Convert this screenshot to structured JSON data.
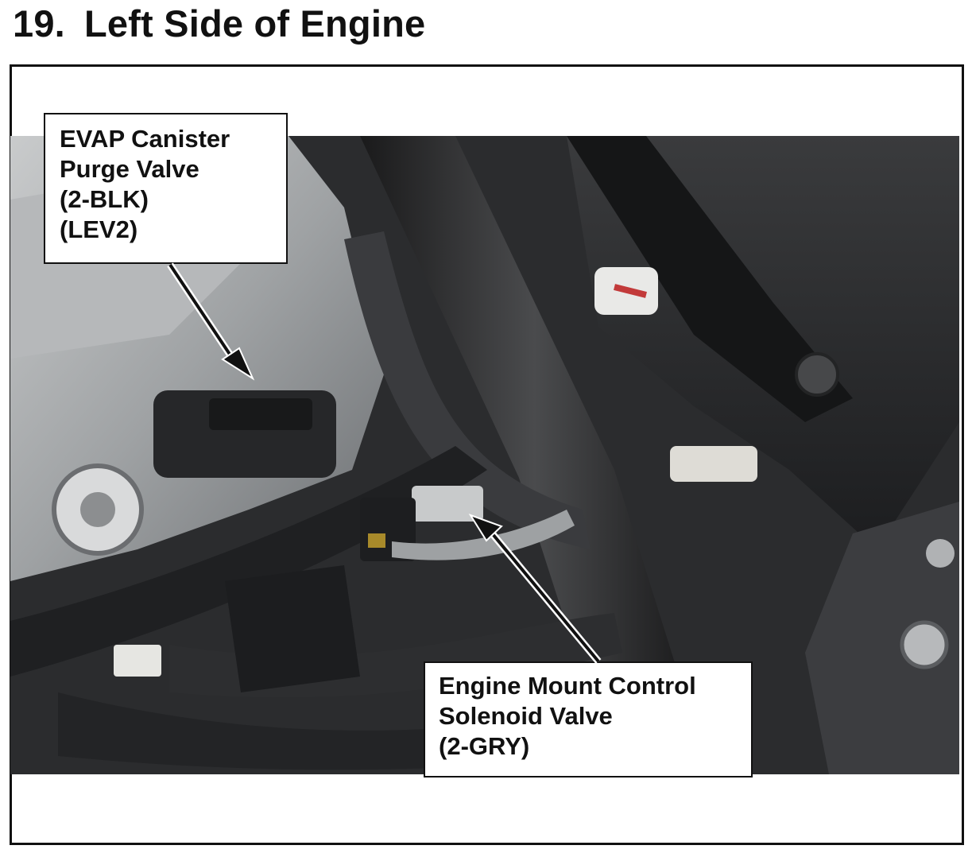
{
  "header": {
    "number": "19.",
    "title": "Left Side of Engine"
  },
  "callouts": {
    "evap": {
      "lines": [
        "EVAP Canister",
        "Purge Valve",
        "(2-BLK)",
        "(LEV2)"
      ]
    },
    "mount": {
      "lines": [
        "Engine Mount Control",
        "Solenoid Valve",
        "(2-GRY)"
      ]
    }
  },
  "colors": {
    "text": "#111111",
    "frame": "#111111",
    "background": "#ffffff"
  }
}
